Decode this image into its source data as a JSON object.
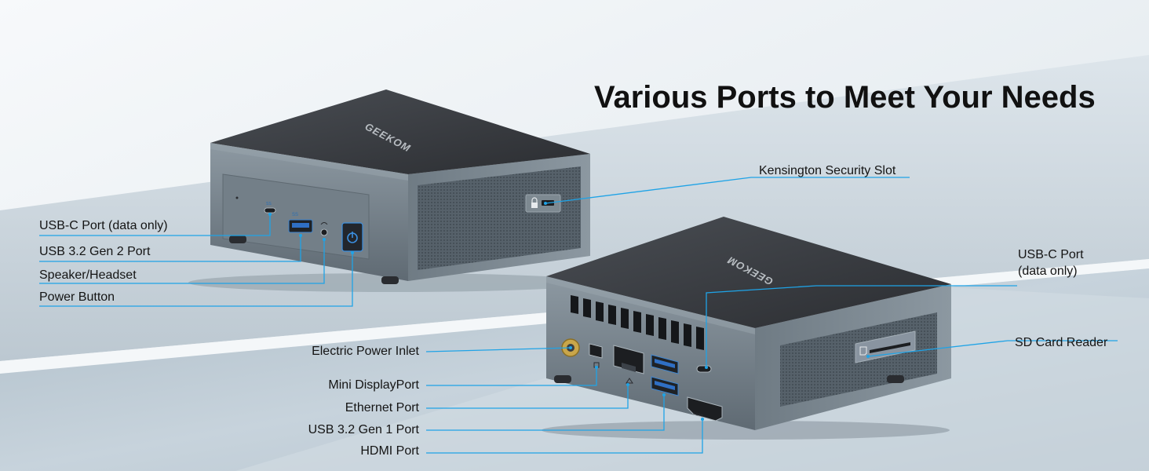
{
  "headline": "Various Ports to Meet Your Needs",
  "brand_text": "GEEKOM",
  "colors": {
    "leader_line": "#1fa3e6",
    "chassis_top": "#3a3d42",
    "chassis_side": "#7b8790",
    "power_button_glow": "#3b8fe0"
  },
  "labels": {
    "usb_c_front": "USB-C Port (data only)",
    "usb32_gen2": "USB 3.2 Gen 2 Port",
    "speaker_headset": "Speaker/Headset",
    "power_button": "Power Button",
    "kensington": "Kensington Security Slot",
    "usb_c_rear_line1": "USB-C Port",
    "usb_c_rear_line2": "(data only)",
    "sd_card": "SD Card Reader",
    "power_inlet": "Electric Power Inlet",
    "mini_dp": "Mini DisplayPort",
    "ethernet": "Ethernet Port",
    "usb32_gen1": "USB 3.2 Gen 1 Port",
    "hdmi": "HDMI Port"
  },
  "icons": [
    "usb-c-icon",
    "usb-a-icon",
    "headset-jack-icon",
    "power-icon",
    "lock-icon",
    "sd-card-icon",
    "ethernet-icon",
    "displayport-icon",
    "hdmi-icon"
  ]
}
